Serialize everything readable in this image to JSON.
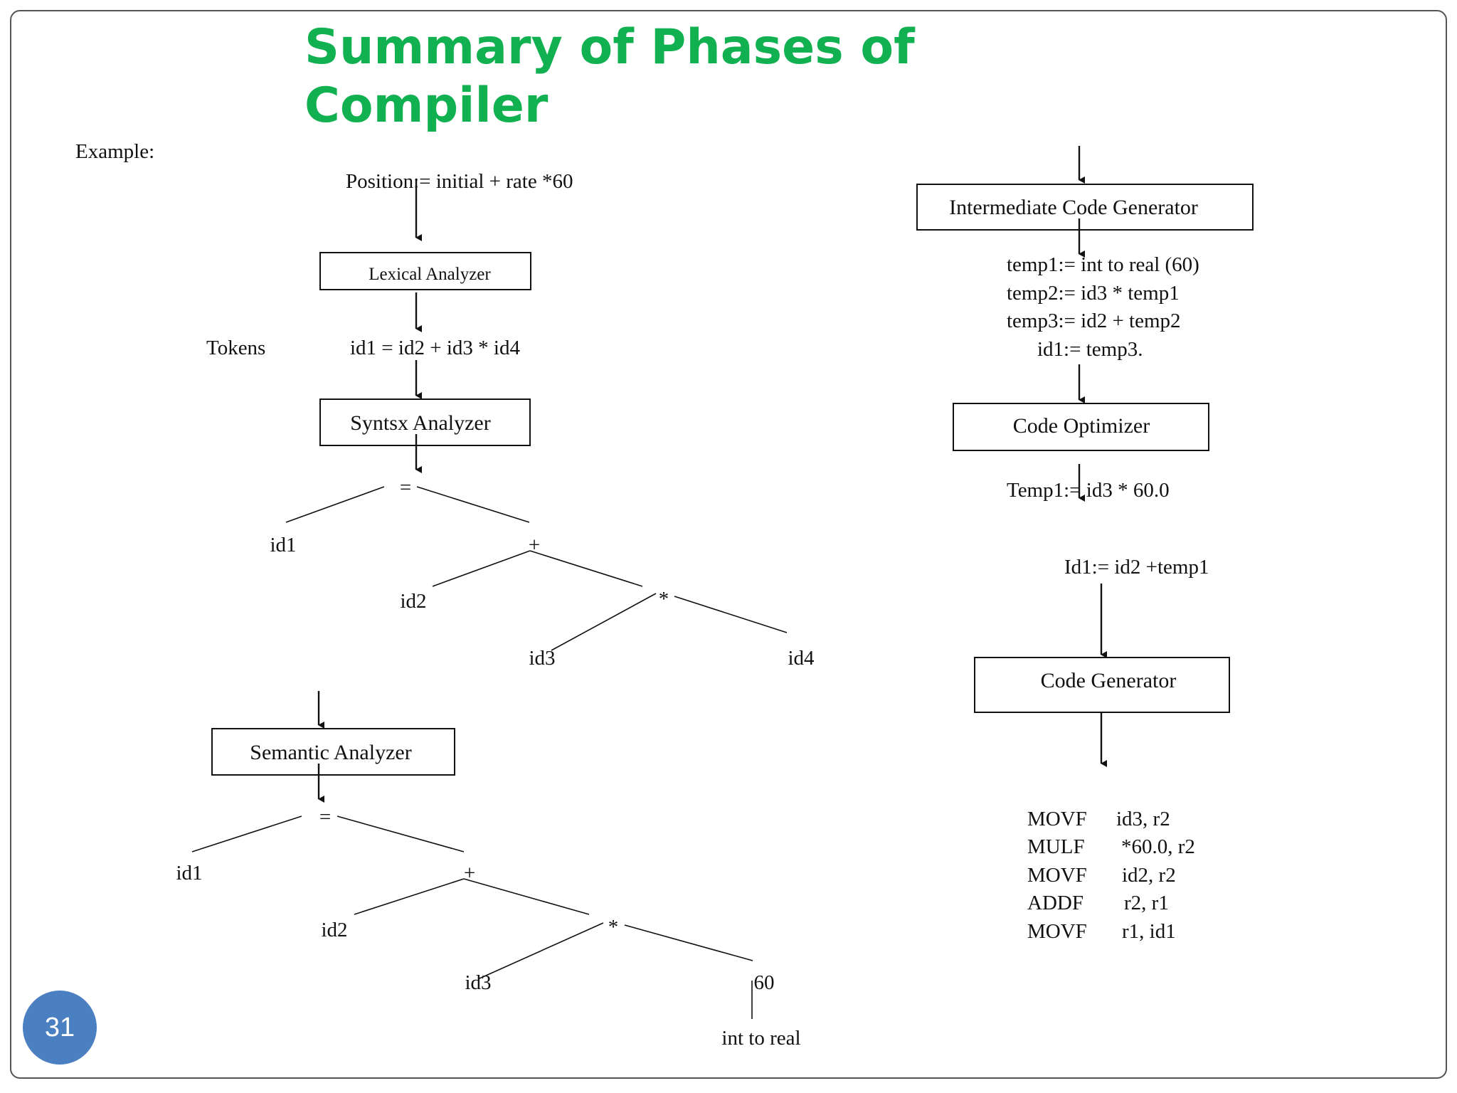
{
  "slide": {
    "title_line1": "Summary of Phases of",
    "title_line2": "Compiler",
    "page_number": "31",
    "title_color": "#11b050",
    "badge_color": "#4a7fc1"
  },
  "diagram": {
    "example_label": "Example:",
    "source_statement": "Position:= initial + rate *60",
    "tokens_label": "Tokens",
    "tokens_value": "id1 = id2 + id3 * id4",
    "boxes": {
      "lexical": "Lexical Analyzer",
      "syntax": "Syntsx Analyzer",
      "semantic": "Semantic Analyzer",
      "intermediate": "Intermediate Code Generator",
      "optimizer": "Code Optimizer",
      "generator": "Code Generator"
    },
    "syntax_tree": {
      "root": "=",
      "left": "id1",
      "plus": "+",
      "id2": "id2",
      "times": "*",
      "id3": "id3",
      "id4": "id4"
    },
    "semantic_tree": {
      "root": "=",
      "left": "id1",
      "plus": "+",
      "id2": "id2",
      "times": "*",
      "id3": "id3",
      "num": "60",
      "conversion": "int to real"
    },
    "intermediate_code": [
      "temp1:= int to real (60)",
      "temp2:= id3 * temp1",
      "temp3:= id2 + temp2",
      "id1:= temp3."
    ],
    "optimized_code": [
      "Temp1:= id3 * 60.0",
      "Id1:= id2 +temp1"
    ],
    "target_code": [
      {
        "op": "MOVF",
        "args": "id3, r2"
      },
      {
        "op": "MULF",
        "args": "*60.0, r2"
      },
      {
        "op": "MOVF",
        "args": "id2, r2"
      },
      {
        "op": "ADDF",
        "args": "r2, r1"
      },
      {
        "op": "MOVF",
        "args": "r1, id1"
      }
    ]
  }
}
